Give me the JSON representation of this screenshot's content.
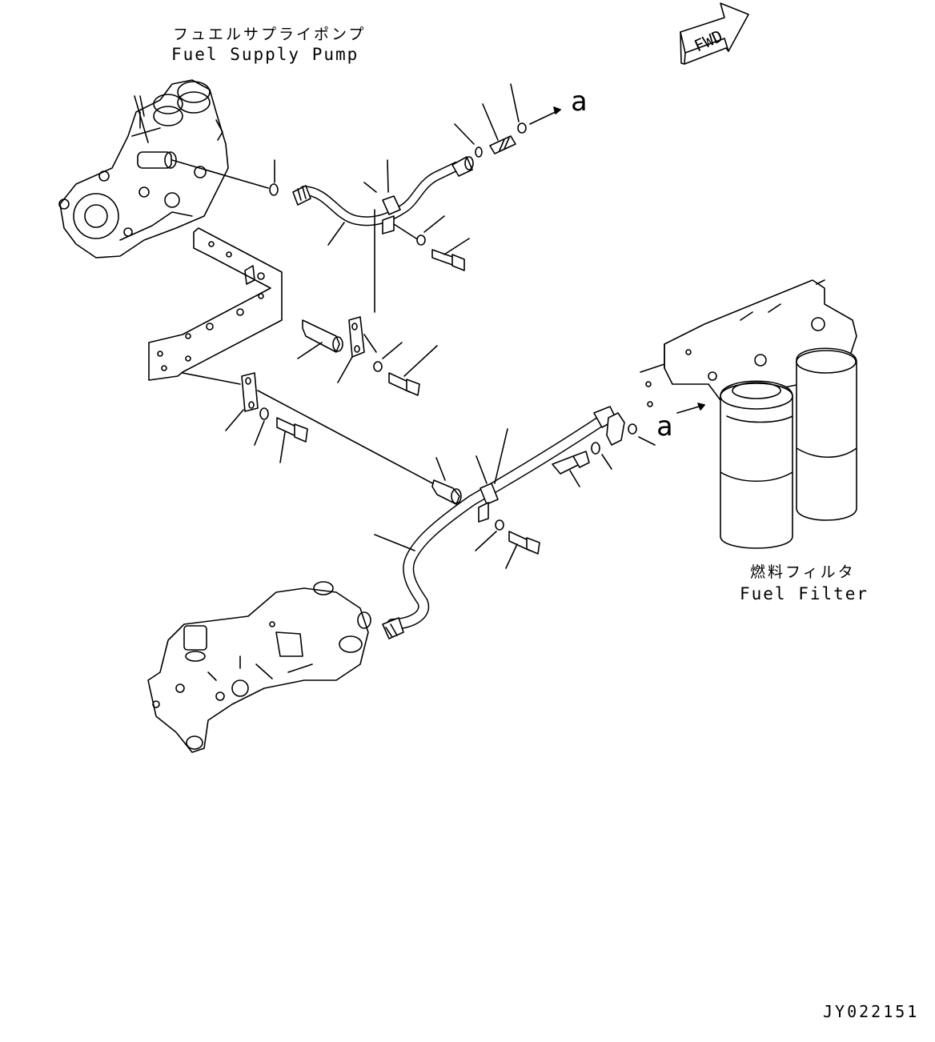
{
  "labels": {
    "pump_jp": "フュエルサプライポンプ",
    "pump_en": "Fuel Supply Pump",
    "filter_jp": "燃料フィルタ",
    "filter_en": "Fuel Filter",
    "fwd": "FWD",
    "ref_a_top": "a",
    "ref_a_right": "a",
    "drawing_no": "JY022151"
  }
}
